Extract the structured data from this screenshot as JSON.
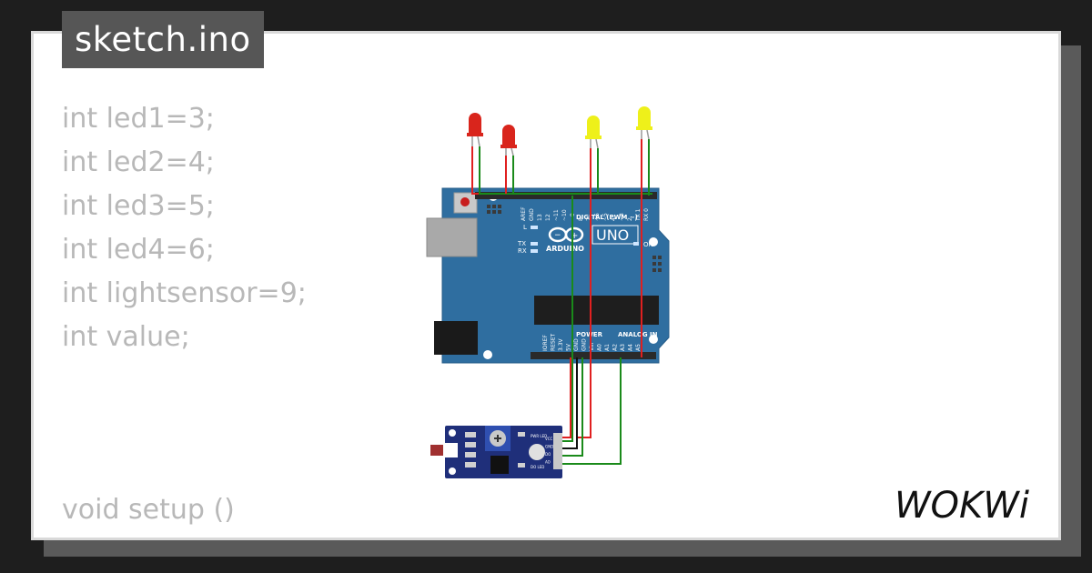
{
  "window": {
    "tab_title": "sketch.ino"
  },
  "code": {
    "lines": [
      "int led1=3;",
      "int led2=4;",
      "int led3=5;",
      "int led4=6;",
      "int lightsensor=9;",
      "int value;"
    ],
    "lower_lines": [
      "void setup ()",
      "{"
    ]
  },
  "board": {
    "brand": "ARDUINO",
    "model": "UNO",
    "digital_label": "DIGITAL (PWM ~)",
    "power_label": "POWER",
    "analog_label": "ANALOG IN",
    "on_label": "ON",
    "l_label": "L",
    "tx_label": "TX",
    "rx_label": "RX",
    "top_pins": [
      "AREF",
      "GND",
      "13",
      "12",
      "~11",
      "~10",
      "~9",
      "8",
      "7",
      "~6",
      "~5",
      "4",
      "~3",
      "2",
      "TX 1",
      "RX 0"
    ],
    "bottom_pins": [
      "IOREF",
      "RESET",
      "3.3V",
      "5V",
      "GND",
      "GND",
      "Vin",
      "A0",
      "A1",
      "A2",
      "A3",
      "A4",
      "A5"
    ]
  },
  "sensor": {
    "pins": [
      "VCC",
      "GND",
      "DO",
      "AO"
    ],
    "led_labels": [
      "PWR LED",
      "DO LED"
    ]
  },
  "logo": {
    "text": "WOKWi"
  },
  "colors": {
    "board": "#2f6ea0",
    "sensor": "#1f2f7a",
    "led_red": "#d9251c",
    "led_yellow": "#eef01a",
    "wire_red": "#e02020",
    "wire_green": "#1a8a1a",
    "wire_black": "#111111"
  }
}
